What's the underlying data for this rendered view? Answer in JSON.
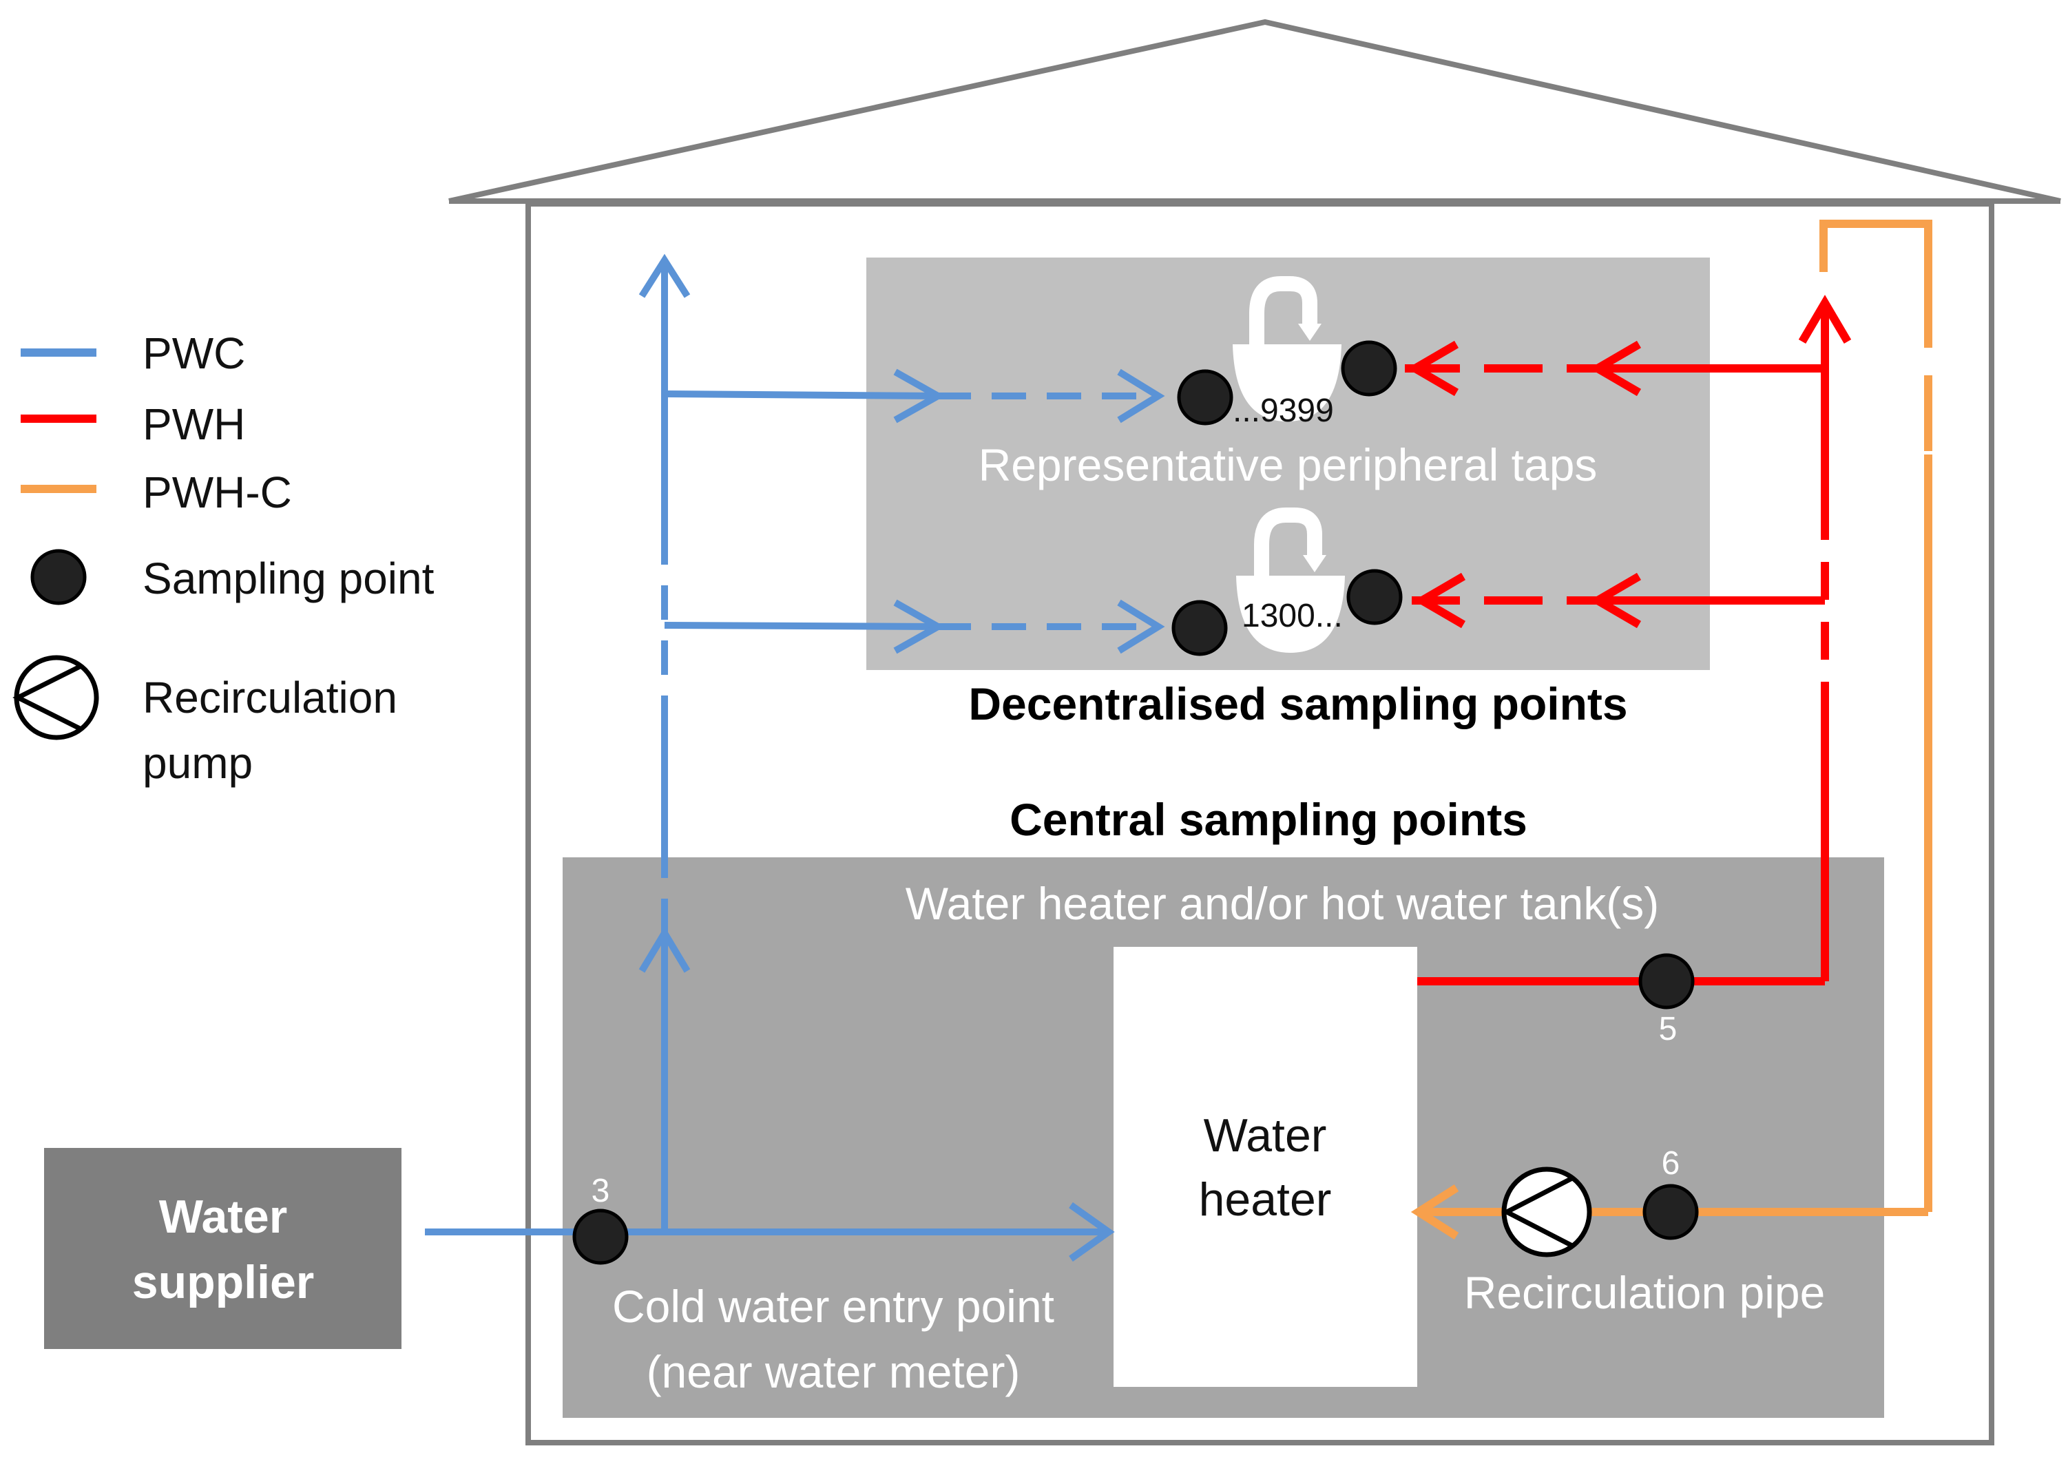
{
  "legend": {
    "pwc": "PWC",
    "pwh": "PWH",
    "pwhc": "PWH-C",
    "sampling": "Sampling point",
    "pump_line1": "Recirculation",
    "pump_line2": "pump"
  },
  "labels": {
    "peripheral_taps": "Representative peripheral taps",
    "decentralised": "Decentralised sampling points",
    "central": "Central sampling points",
    "heater_tank": "Water heater and/or hot water tank(s)",
    "heater_line1": "Water",
    "heater_line2": "heater",
    "supplier_line1": "Water",
    "supplier_line2": "supplier",
    "cold_entry_line1": "Cold water entry point",
    "cold_entry_line2": "(near water meter)",
    "recirc_pipe": "Recirculation pipe"
  },
  "points": {
    "tap_top": "...9399",
    "tap_bottom": "1300...",
    "p3": "3",
    "p5": "5",
    "p6": "6"
  },
  "colors": {
    "pwc": "#5b93d6",
    "pwh": "#ff0000",
    "pwhc": "#f7a04c",
    "box_light": "#c0c0c0",
    "box_dark": "#a6a6a6",
    "supplier": "#7f7f7f",
    "point": "#222222"
  },
  "icons": [
    "tap-icon",
    "sampling-point-icon",
    "recirculation-pump-icon"
  ]
}
